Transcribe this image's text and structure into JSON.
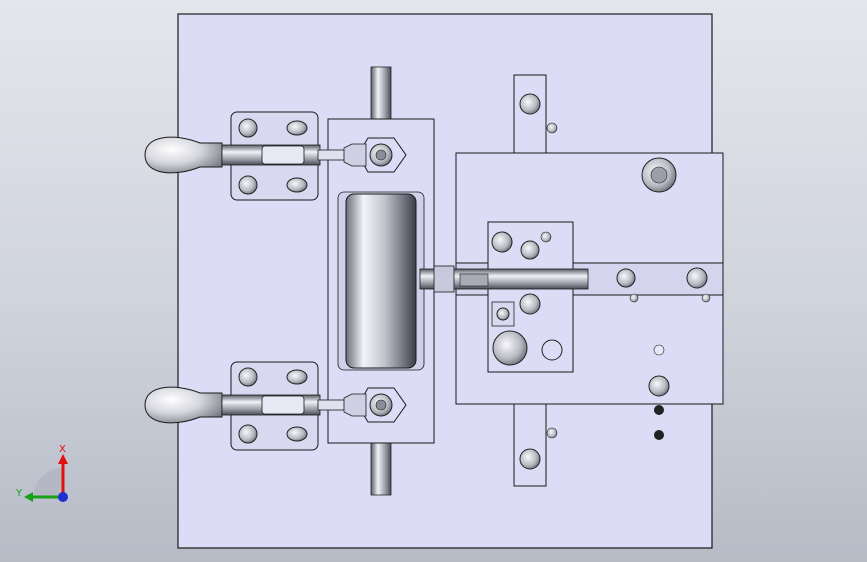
{
  "app": {
    "view": "cad-3d-viewport"
  },
  "colors": {
    "background_top": "#e4e6ec",
    "background_bottom": "#b6bbc6",
    "plate": "#dcdcf6",
    "outline": "#1a1a1a",
    "axis_x": "#e01010",
    "axis_y": "#18a018",
    "axis_z": "#2030d0"
  },
  "triad": {
    "x_label": "X",
    "y_label": "Y",
    "icon": "coordinate-triad-icon"
  },
  "model": {
    "parts": [
      {
        "name": "base-plate",
        "icon": "plate"
      },
      {
        "name": "toggle-clamp-top",
        "icon": "toggle-clamp"
      },
      {
        "name": "toggle-clamp-bottom",
        "icon": "toggle-clamp"
      },
      {
        "name": "cylinder-roller",
        "icon": "cylinder"
      },
      {
        "name": "slide-block",
        "icon": "block"
      },
      {
        "name": "guide-rail",
        "icon": "rail"
      }
    ]
  }
}
